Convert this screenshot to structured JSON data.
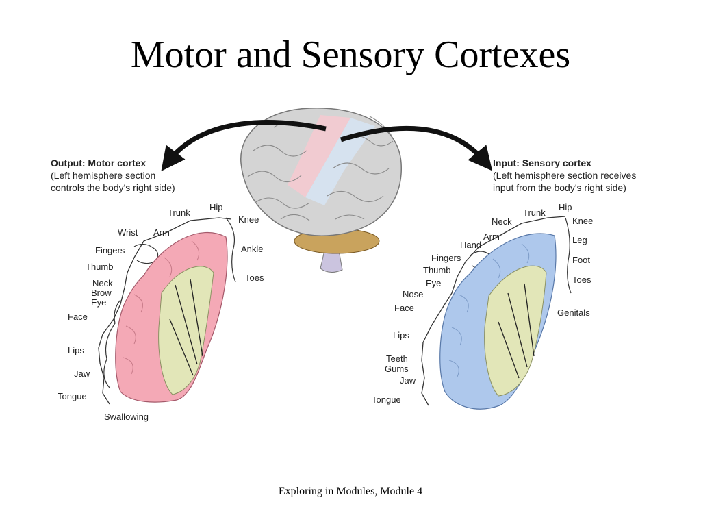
{
  "slide": {
    "title": "Motor and Sensory Cortexes",
    "footer": "Exploring in Modules, Module 4"
  },
  "motor": {
    "caption_title": "Output: Motor cortex",
    "caption_lines": [
      "(Left hemisphere section",
      "controls the body's right side)"
    ],
    "labels": {
      "trunk": "Trunk",
      "hip": "Hip",
      "knee": "Knee",
      "ankle": "Ankle",
      "toes": "Toes",
      "wrist": "Wrist",
      "arm": "Arm",
      "fingers": "Fingers",
      "thumb": "Thumb",
      "neck": "Neck",
      "brow": "Brow",
      "eye": "Eye",
      "face": "Face",
      "lips": "Lips",
      "jaw": "Jaw",
      "tongue": "Tongue",
      "swallowing": "Swallowing"
    },
    "color": "#f4a9b6"
  },
  "sensory": {
    "caption_title": "Input: Sensory cortex",
    "caption_lines": [
      "(Left hemisphere section receives",
      "input from the body's right side)"
    ],
    "labels": {
      "hip": "Hip",
      "trunk": "Trunk",
      "neck": "Neck",
      "knee": "Knee",
      "arm": "Arm",
      "hand": "Hand",
      "leg": "Leg",
      "fingers": "Fingers",
      "thumb": "Thumb",
      "foot": "Foot",
      "eye": "Eye",
      "toes": "Toes",
      "nose": "Nose",
      "face": "Face",
      "genitals": "Genitals",
      "lips": "Lips",
      "teeth": "Teeth",
      "gums": "Gums",
      "jaw": "Jaw",
      "tongue": "Tongue"
    },
    "color": "#aec8ec"
  },
  "brain": {
    "motor_strip_color": "#f6c9d0",
    "sensory_strip_color": "#d6e4f3",
    "base_color": "#d4d4d4"
  }
}
